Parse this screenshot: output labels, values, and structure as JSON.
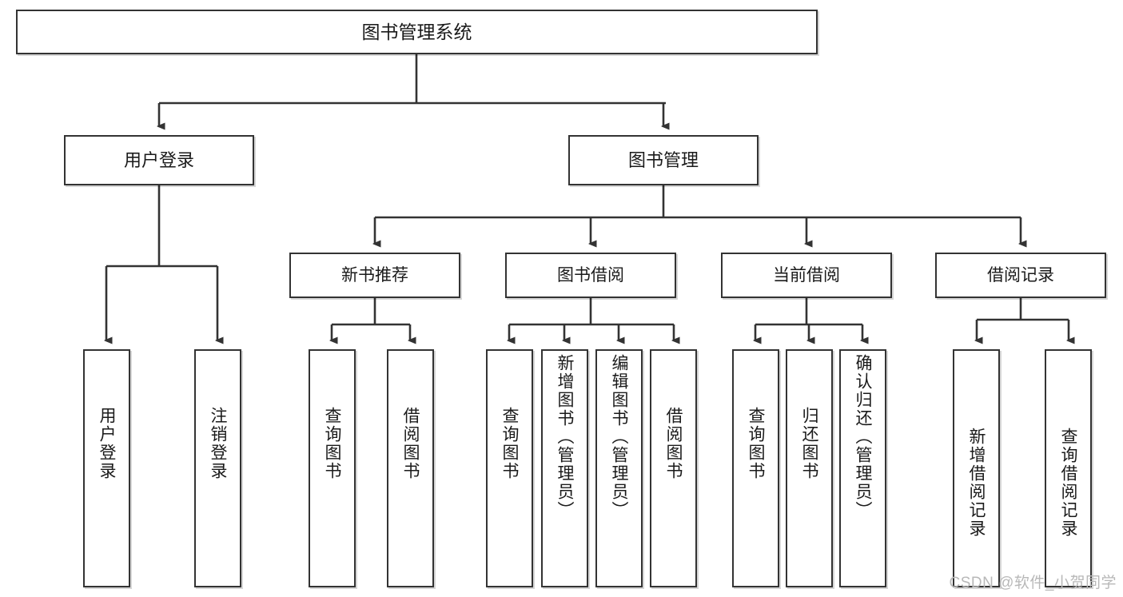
{
  "diagram": {
    "title": "图书管理系统",
    "type": "hierarchy-tree",
    "watermark": "CSDN @软件_小贺同学",
    "colors": {
      "background": "#ffffff",
      "node_border": "#333333",
      "node_fill": "#ffffff",
      "edge": "#333333",
      "text": "#1a1a1a",
      "watermark": "#b8b8b8"
    },
    "nodes": {
      "root": {
        "label": "图书管理系统"
      },
      "level2": [
        {
          "label": "用户登录"
        },
        {
          "label": "图书管理"
        }
      ],
      "level3": [
        {
          "label": "新书推荐"
        },
        {
          "label": "图书借阅"
        },
        {
          "label": "当前借阅"
        },
        {
          "label": "借阅记录"
        }
      ],
      "leaves": {
        "user_login": [
          {
            "label": "用户登录"
          },
          {
            "label": "注销登录"
          }
        ],
        "new_book_recommend": [
          {
            "label": "查询图书"
          },
          {
            "label": "借阅图书"
          }
        ],
        "book_borrow": [
          {
            "label": "查询图书"
          },
          {
            "label": "新增图书（管理员）"
          },
          {
            "label": "编辑图书（管理员）"
          },
          {
            "label": "借阅图书"
          }
        ],
        "current_borrow": [
          {
            "label": "查询图书"
          },
          {
            "label": "归还图书"
          },
          {
            "label": "确认归还（管理员）"
          }
        ],
        "borrow_record": [
          {
            "label": "新增借阅记录"
          },
          {
            "label": "查询借阅记录"
          }
        ]
      }
    }
  }
}
